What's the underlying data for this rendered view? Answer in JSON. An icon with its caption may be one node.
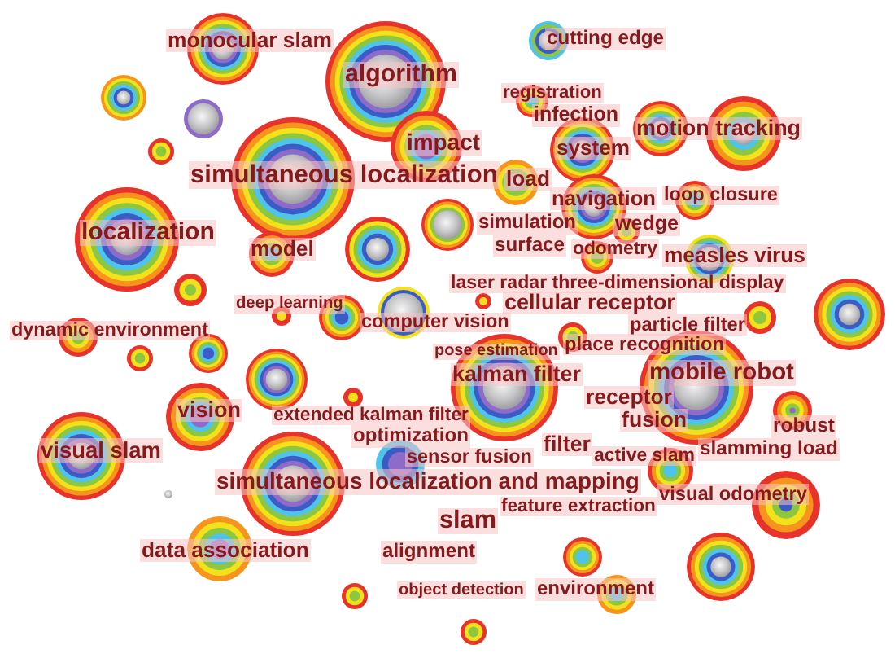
{
  "diagram": {
    "nodes": [
      {
        "text": [
          "monocular slam"
        ]
      },
      {
        "text": [
          "cutting edge"
        ]
      },
      {
        "text": [
          "algorithm"
        ]
      },
      {
        "text": [
          "registration"
        ]
      },
      {
        "text": [
          "infection"
        ]
      },
      {
        "text": [
          "motion tracking"
        ]
      },
      {
        "text": [
          "impact"
        ]
      },
      {
        "text": [
          "system"
        ]
      },
      {
        "text": [
          "simultaneous localization"
        ]
      },
      {
        "text": [
          "load"
        ]
      },
      {
        "text": [
          "loop closure"
        ]
      },
      {
        "text": [
          "navigation"
        ]
      },
      {
        "text": [
          "simulation"
        ]
      },
      {
        "text": [
          "wedge"
        ]
      },
      {
        "text": [
          "localization"
        ]
      },
      {
        "text": [
          "surface"
        ]
      },
      {
        "text": [
          "model"
        ]
      },
      {
        "text": [
          "odometry"
        ]
      },
      {
        "text": [
          "measles virus"
        ]
      },
      {
        "text": [
          "laser radar three-dimensional display"
        ]
      },
      {
        "text": [
          "deep learning"
        ]
      },
      {
        "text": [
          "cellular receptor"
        ]
      },
      {
        "text": [
          "computer vision"
        ]
      },
      {
        "text": [
          "particle filter"
        ]
      },
      {
        "text": [
          "dynamic environment"
        ]
      },
      {
        "text": [
          "place recognition"
        ]
      },
      {
        "text": [
          "pose estimation"
        ]
      },
      {
        "text": [
          "mobile robot"
        ]
      },
      {
        "text": [
          "kalman filter"
        ]
      },
      {
        "text": [
          "receptor"
        ]
      },
      {
        "text": [
          "vision"
        ]
      },
      {
        "text": [
          "extended kalman filter"
        ]
      },
      {
        "text": [
          "fusion"
        ]
      },
      {
        "text": [
          "robust"
        ]
      },
      {
        "text": [
          "optimization"
        ]
      },
      {
        "text": [
          "filter"
        ]
      },
      {
        "text": [
          "visual slam"
        ]
      },
      {
        "text": [
          "slamming load"
        ]
      },
      {
        "text": [
          "active slam"
        ]
      },
      {
        "text": [
          "sensor fusion"
        ]
      },
      {
        "text": [
          "simultaneous localization and mapping"
        ]
      },
      {
        "text": [
          "visual odometry"
        ]
      },
      {
        "text": [
          "feature extraction"
        ]
      },
      {
        "text": [
          "slam"
        ]
      },
      {
        "text": [
          "data association"
        ]
      },
      {
        "text": [
          "alignment"
        ]
      },
      {
        "text": [
          "object detection"
        ]
      },
      {
        "text": [
          "environment"
        ]
      },
      {
        "text": [],
        "shape": "circle"
      },
      {
        "text": [],
        "shape": "circle"
      },
      {
        "text": [],
        "shape": "circle"
      },
      {
        "text": [],
        "shape": "circle"
      },
      {
        "text": [],
        "shape": "circle"
      },
      {
        "text": [],
        "shape": "circle"
      },
      {
        "text": [],
        "shape": "circle"
      },
      {
        "text": [],
        "shape": "circle"
      },
      {
        "text": [],
        "shape": "circle"
      },
      {
        "text": [],
        "shape": "circle"
      },
      {
        "text": [],
        "shape": "circle"
      },
      {
        "text": [],
        "shape": "circle"
      },
      {
        "text": [],
        "shape": "circle"
      },
      {
        "text": [],
        "shape": "circle"
      },
      {
        "text": [],
        "shape": "circle"
      },
      {
        "text": [],
        "shape": "circle"
      },
      {
        "text": [],
        "shape": "circle"
      },
      {
        "text": [],
        "shape": "circle"
      },
      {
        "text": [],
        "shape": "circle"
      },
      {
        "text": [],
        "shape": "circle"
      },
      {
        "text": [],
        "shape": "circle"
      },
      {
        "text": [],
        "shape": "circle"
      },
      {
        "text": [],
        "shape": "circle"
      },
      {
        "text": [],
        "shape": "circle"
      },
      {
        "text": [],
        "shape": "circle"
      },
      {
        "text": [],
        "shape": "circle"
      },
      {
        "text": [],
        "shape": "circle"
      },
      {
        "text": [],
        "shape": "circle"
      },
      {
        "text": [],
        "shape": "circle"
      },
      {
        "text": [],
        "shape": "circle"
      },
      {
        "text": [],
        "shape": "circle"
      },
      {
        "text": [],
        "shape": "circle"
      },
      {
        "text": [],
        "shape": "circle"
      },
      {
        "text": [],
        "shape": "circle"
      },
      {
        "text": [],
        "shape": "circle"
      },
      {
        "text": [],
        "shape": "circle"
      },
      {
        "text": [],
        "shape": "circle"
      },
      {
        "text": [],
        "shape": "circle"
      },
      {
        "text": [],
        "shape": "circle"
      },
      {
        "text": [],
        "shape": "circle"
      },
      {
        "text": [],
        "shape": "circle"
      },
      {
        "text": [],
        "shape": "circle"
      },
      {
        "text": [],
        "shape": "circle"
      },
      {
        "text": [],
        "shape": "circle"
      },
      {
        "text": [],
        "shape": "circle"
      },
      {
        "text": [],
        "shape": "circle"
      },
      {
        "text": [],
        "shape": "circle"
      },
      {
        "text": [],
        "shape": "circle"
      },
      {
        "text": [],
        "shape": "circle"
      },
      {
        "text": [],
        "shape": "circle"
      },
      {
        "text": [],
        "shape": "circle"
      }
    ]
  }
}
